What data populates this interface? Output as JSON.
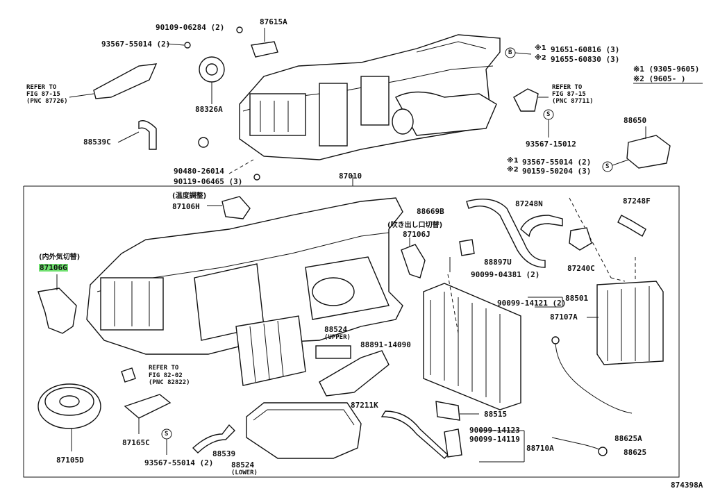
{
  "labels": {
    "p90109": "90109-06284 (2)",
    "p87615a": "87615A",
    "p93567a": "93567-55014 (2)",
    "refer1": "REFER TO",
    "refer1b": "FIG 87-15",
    "refer1c": "(PNC 87726)",
    "p88326a": "88326A",
    "p88539c": "88539C",
    "p90480": "90480-26014",
    "p90119": "90119-06465 (3)",
    "p87010": "87010",
    "ast1": "※1",
    "ast2": "※2",
    "p91651": "91651-60816 (3)",
    "p91655": "91655-60830 (3)",
    "ref1range": "※1 (9305-9605)",
    "ref2range": "※2 (9605-      )",
    "refer2": "REFER TO",
    "refer2b": "FIG 87-15",
    "refer2c": "(PNC 87711)",
    "p93567b": "93567-15012",
    "p88650": "88650",
    "ast1b": "※1",
    "ast2b": "※2",
    "p93567c": "93567-55014 (2)",
    "p90159": "90159-50204 (3)",
    "jp_temp": "(温度調整)",
    "p87106h": "87106H",
    "jp_inout": "(内外気切替)",
    "p87106g": "87106G",
    "p88669b": "88669B",
    "p87248n": "87248N",
    "p87248f": "87248F",
    "jp_vent": "(吹き出し口切替)",
    "p87106j": "87106J",
    "p88897u": "88897U",
    "p90099a": "90099-04381 (2)",
    "p87240c": "87240C",
    "p90099b": "90099-14121 (2)",
    "p88501": "88501",
    "p87107a": "87107A",
    "p88524u": "88524",
    "upper": "(UPPER)",
    "p88891": "88891-14090",
    "refer3": "REFER TO",
    "refer3b": "FIG 82-02",
    "refer3c": "(PNC 82822)",
    "p87211k": "87211K",
    "p88515": "88515",
    "p90099c": "90099-14123",
    "p90099d": "90099-14119",
    "p88710a": "88710A",
    "p88625a": "88625A",
    "p88625": "88625",
    "p87165c": "87165C",
    "p93567d": "93567-55014 (2)",
    "p88539": "88539",
    "p88524l": "88524",
    "lower": "(LOWER)",
    "p87105d": "87105D",
    "figcode": "874398A"
  },
  "callouts": {
    "b": "B",
    "s": "S"
  },
  "colors": {
    "highlight": "#6fe06f",
    "ink": "#111111"
  },
  "highlighted_part": "87106G"
}
